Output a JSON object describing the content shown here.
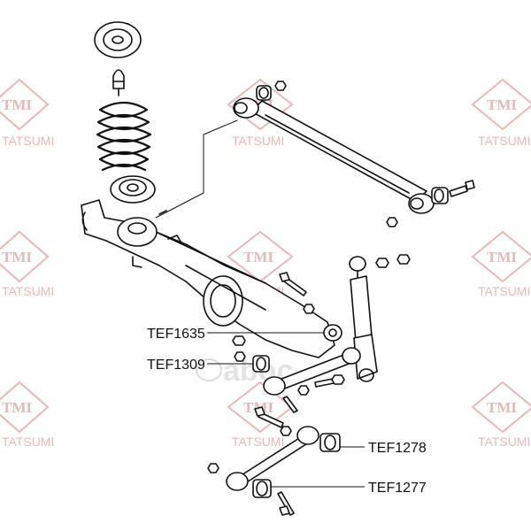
{
  "watermark": {
    "logo_text": "TMI",
    "brand_text": "TATSUMI",
    "center_brand": "aboc",
    "color": "#e8b7b7"
  },
  "callouts": [
    {
      "id": "tef1635",
      "label": "TEF1635"
    },
    {
      "id": "tef1309",
      "label": "TEF1309"
    },
    {
      "id": "tef1278",
      "label": "TEF1278"
    },
    {
      "id": "tef1277",
      "label": "TEF1277"
    }
  ]
}
